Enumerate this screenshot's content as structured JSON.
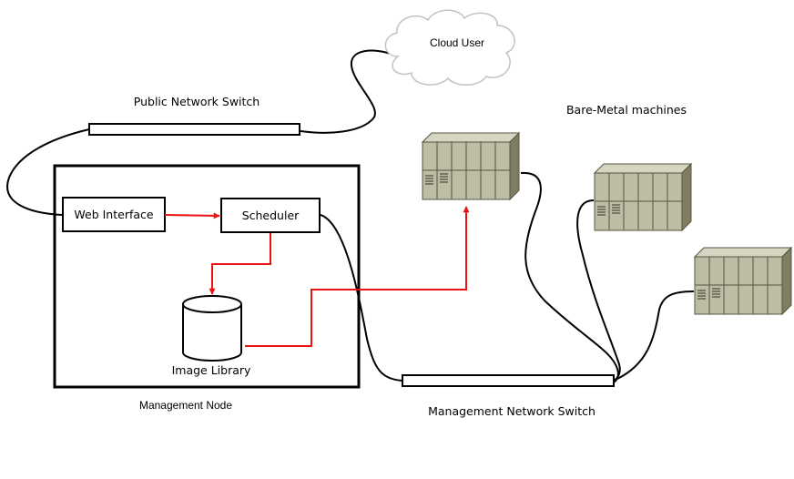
{
  "cloud": {
    "label": "Cloud User"
  },
  "public_switch": {
    "label": "Public Network Switch"
  },
  "management_node": {
    "label": "Management Node",
    "web_interface": "Web Interface",
    "scheduler": "Scheduler",
    "image_library": "Image Library"
  },
  "bare_metal": {
    "label": "Bare-Metal machines"
  },
  "management_switch": {
    "label": "Management Network Switch"
  },
  "colors": {
    "arrow": "#ee1111",
    "server_front": "#bdbca5",
    "server_top": "#d6d5c1",
    "server_side": "#7f7e62"
  }
}
